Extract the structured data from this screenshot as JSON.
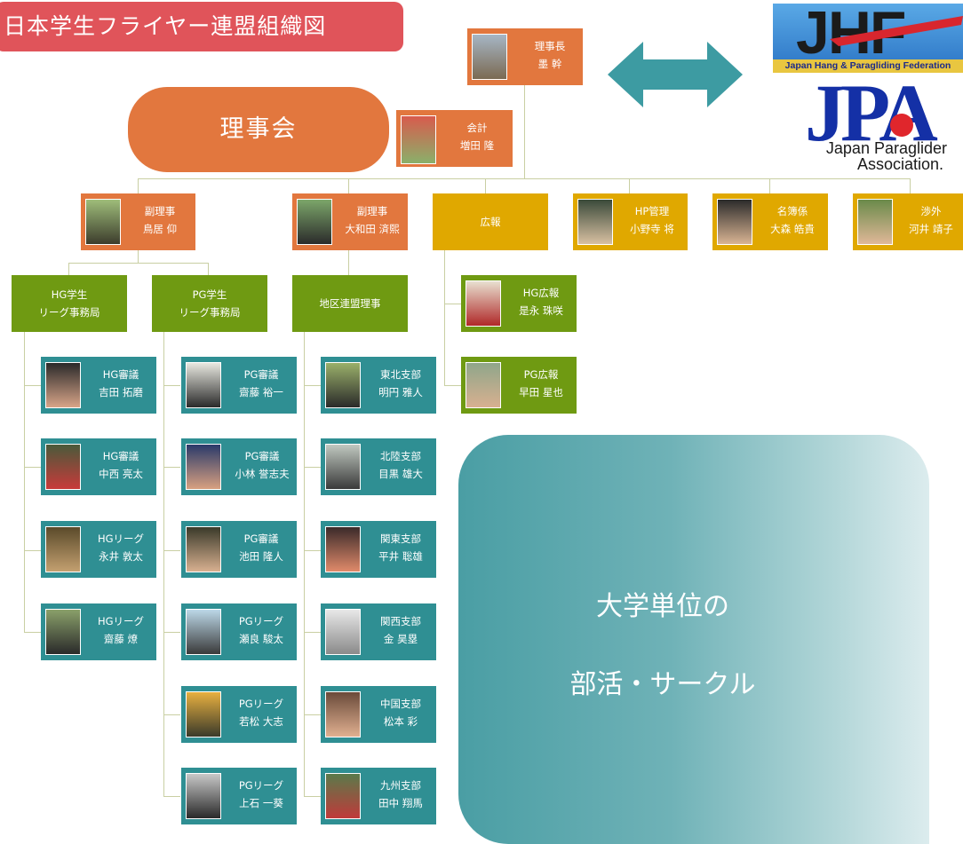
{
  "title": "日本学生フライヤー連盟組織図",
  "board_label": "理事会",
  "colors": {
    "orange": "#e2773e",
    "yellow": "#e0a800",
    "green": "#6f9a12",
    "teal": "#2f8f93"
  },
  "logos": {
    "jhf_text": "JHF",
    "jhf_sub": "Japan Hang & Paragliding Federation",
    "jpa_text": "JPA",
    "jpa_sub1": "Japan Paraglider",
    "jpa_sub2": "Association."
  },
  "chairman": {
    "role": "理事長",
    "name": "墨 幹"
  },
  "treasurer": {
    "role": "会計",
    "name": "増田 隆"
  },
  "vice1": {
    "role": "副理事",
    "name": "鳥居 仰"
  },
  "vice2": {
    "role": "副理事",
    "name": "大和田 済熙"
  },
  "pr": {
    "role": "広報"
  },
  "hp": {
    "role": "HP管理",
    "name": "小野寺 将"
  },
  "roster": {
    "role": "名簿係",
    "name": "大森 皓貴"
  },
  "external": {
    "role": "渉外",
    "name": "河井 靖子"
  },
  "hg_office": {
    "line1": "HG学生",
    "line2": "リーグ事務局"
  },
  "pg_office": {
    "line1": "PG学生",
    "line2": "リーグ事務局"
  },
  "regional": {
    "label": "地区連盟理事"
  },
  "hg_pr": {
    "role": "HG広報",
    "name": "是永 珠咲"
  },
  "pg_pr": {
    "role": "PG広報",
    "name": "早田 星也"
  },
  "hg_members": [
    {
      "role": "HG審議",
      "name": "吉田 拓磨"
    },
    {
      "role": "HG審議",
      "name": "中西 亮太"
    },
    {
      "role": "HGリーグ",
      "name": "永井 敦太"
    },
    {
      "role": "HGリーグ",
      "name": "齋藤 燎"
    }
  ],
  "pg_members": [
    {
      "role": "PG審議",
      "name": "齋藤 裕一"
    },
    {
      "role": "PG審議",
      "name": "小林 誉志夫"
    },
    {
      "role": "PG審議",
      "name": "池田 隆人"
    },
    {
      "role": "PGリーグ",
      "name": "瀬良 駿太"
    },
    {
      "role": "PGリーグ",
      "name": "若松 大志"
    },
    {
      "role": "PGリーグ",
      "name": "上石 一葵"
    }
  ],
  "branches": [
    {
      "role": "東北支部",
      "name": "明円 雅人"
    },
    {
      "role": "北陸支部",
      "name": "目黒 雄大"
    },
    {
      "role": "関東支部",
      "name": "平井 聡雄"
    },
    {
      "role": "関西支部",
      "name": "金 昊塁"
    },
    {
      "role": "中国支部",
      "name": "松本 彩"
    },
    {
      "role": "九州支部",
      "name": "田中 翔馬"
    }
  ],
  "club": {
    "line1": "大学単位の",
    "line2": "部活・サークル"
  }
}
